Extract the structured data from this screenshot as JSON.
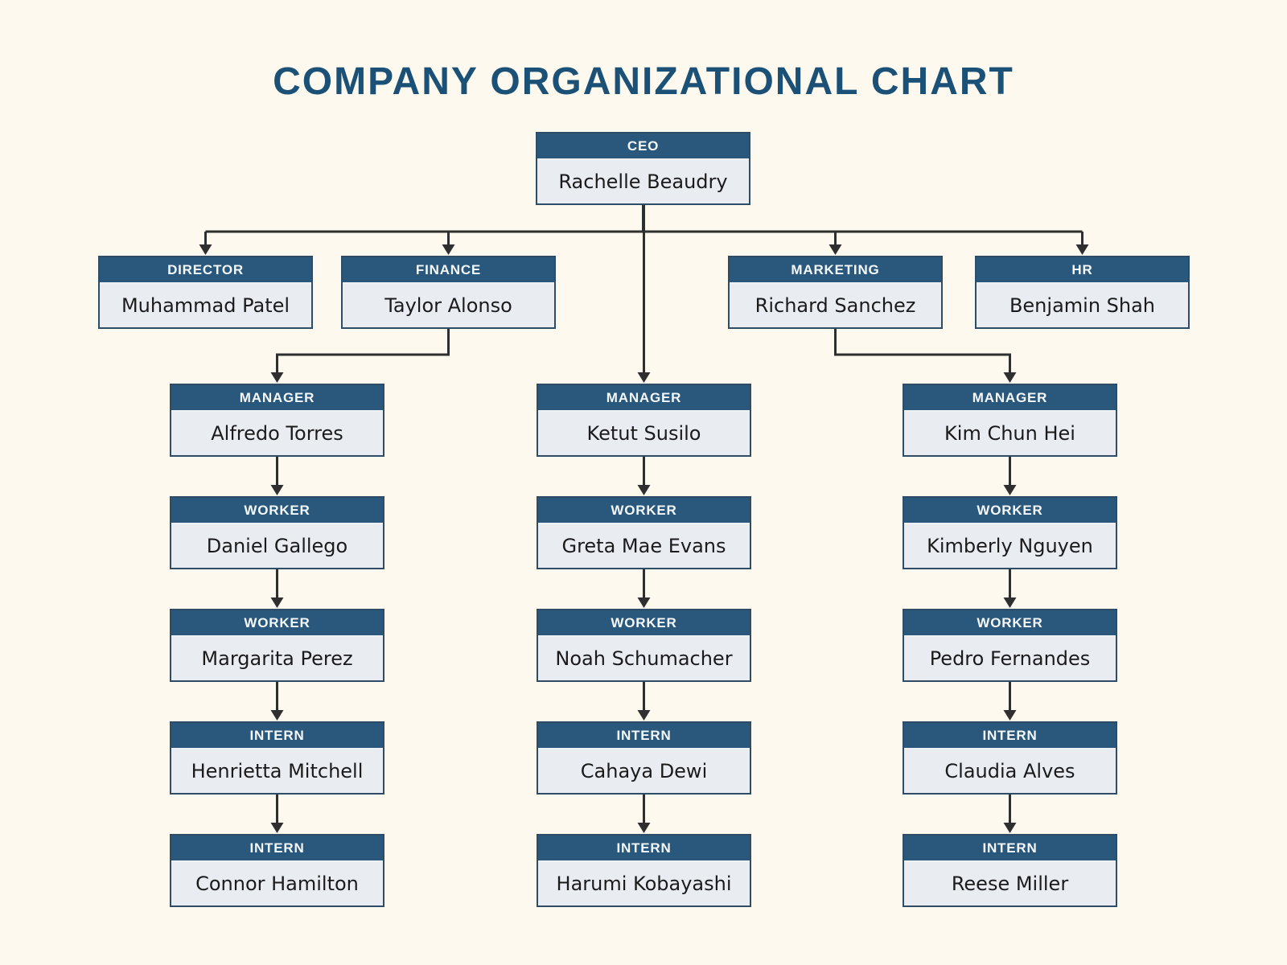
{
  "title": "COMPANY ORGANIZATIONAL CHART",
  "colors": {
    "background": "#FDF9EE",
    "title": "#1C5177",
    "header": "#2A587C",
    "header_text": "#F5F8FA",
    "body": "#E9EDF2",
    "border": "#2E4C66",
    "separator": "#EDF1F4",
    "line": "#2F2F2F",
    "name_text": "#1B1B1B"
  },
  "org": {
    "nodes": [
      {
        "id": "ceo",
        "role": "CEO",
        "name": "Rachelle Beaudry"
      },
      {
        "id": "director",
        "role": "DIRECTOR",
        "name": "Muhammad Patel"
      },
      {
        "id": "finance",
        "role": "FINANCE",
        "name": "Taylor Alonso"
      },
      {
        "id": "marketing",
        "role": "MARKETING",
        "name": "Richard Sanchez"
      },
      {
        "id": "hr",
        "role": "HR",
        "name": "Benjamin Shah"
      },
      {
        "id": "m1",
        "role": "MANAGER",
        "name": "Alfredo Torres"
      },
      {
        "id": "w1a",
        "role": "WORKER",
        "name": "Daniel Gallego"
      },
      {
        "id": "w1b",
        "role": "WORKER",
        "name": "Margarita Perez"
      },
      {
        "id": "i1a",
        "role": "INTERN",
        "name": "Henrietta Mitchell"
      },
      {
        "id": "i1b",
        "role": "INTERN",
        "name": "Connor Hamilton"
      },
      {
        "id": "m2",
        "role": "MANAGER",
        "name": "Ketut Susilo"
      },
      {
        "id": "w2a",
        "role": "WORKER",
        "name": "Greta Mae Evans"
      },
      {
        "id": "w2b",
        "role": "WORKER",
        "name": "Noah Schumacher"
      },
      {
        "id": "i2a",
        "role": "INTERN",
        "name": "Cahaya Dewi"
      },
      {
        "id": "i2b",
        "role": "INTERN",
        "name": "Harumi Kobayashi"
      },
      {
        "id": "m3",
        "role": "MANAGER",
        "name": "Kim Chun Hei"
      },
      {
        "id": "w3a",
        "role": "WORKER",
        "name": "Kimberly Nguyen"
      },
      {
        "id": "w3b",
        "role": "WORKER",
        "name": "Pedro Fernandes"
      },
      {
        "id": "i3a",
        "role": "INTERN",
        "name": "Claudia Alves"
      },
      {
        "id": "i3b",
        "role": "INTERN",
        "name": "Reese Miller"
      }
    ],
    "edges": [
      {
        "from": "ceo",
        "to": "director"
      },
      {
        "from": "ceo",
        "to": "finance"
      },
      {
        "from": "ceo",
        "to": "marketing"
      },
      {
        "from": "ceo",
        "to": "hr"
      },
      {
        "from": "ceo",
        "to": "m2"
      },
      {
        "from": "finance",
        "to": "m1"
      },
      {
        "from": "marketing",
        "to": "m3"
      },
      {
        "from": "m1",
        "to": "w1a"
      },
      {
        "from": "w1a",
        "to": "w1b"
      },
      {
        "from": "w1b",
        "to": "i1a"
      },
      {
        "from": "i1a",
        "to": "i1b"
      },
      {
        "from": "m2",
        "to": "w2a"
      },
      {
        "from": "w2a",
        "to": "w2b"
      },
      {
        "from": "w2b",
        "to": "i2a"
      },
      {
        "from": "i2a",
        "to": "i2b"
      },
      {
        "from": "m3",
        "to": "w3a"
      },
      {
        "from": "w3a",
        "to": "w3b"
      },
      {
        "from": "w3b",
        "to": "i3a"
      },
      {
        "from": "i3a",
        "to": "i3b"
      }
    ]
  }
}
